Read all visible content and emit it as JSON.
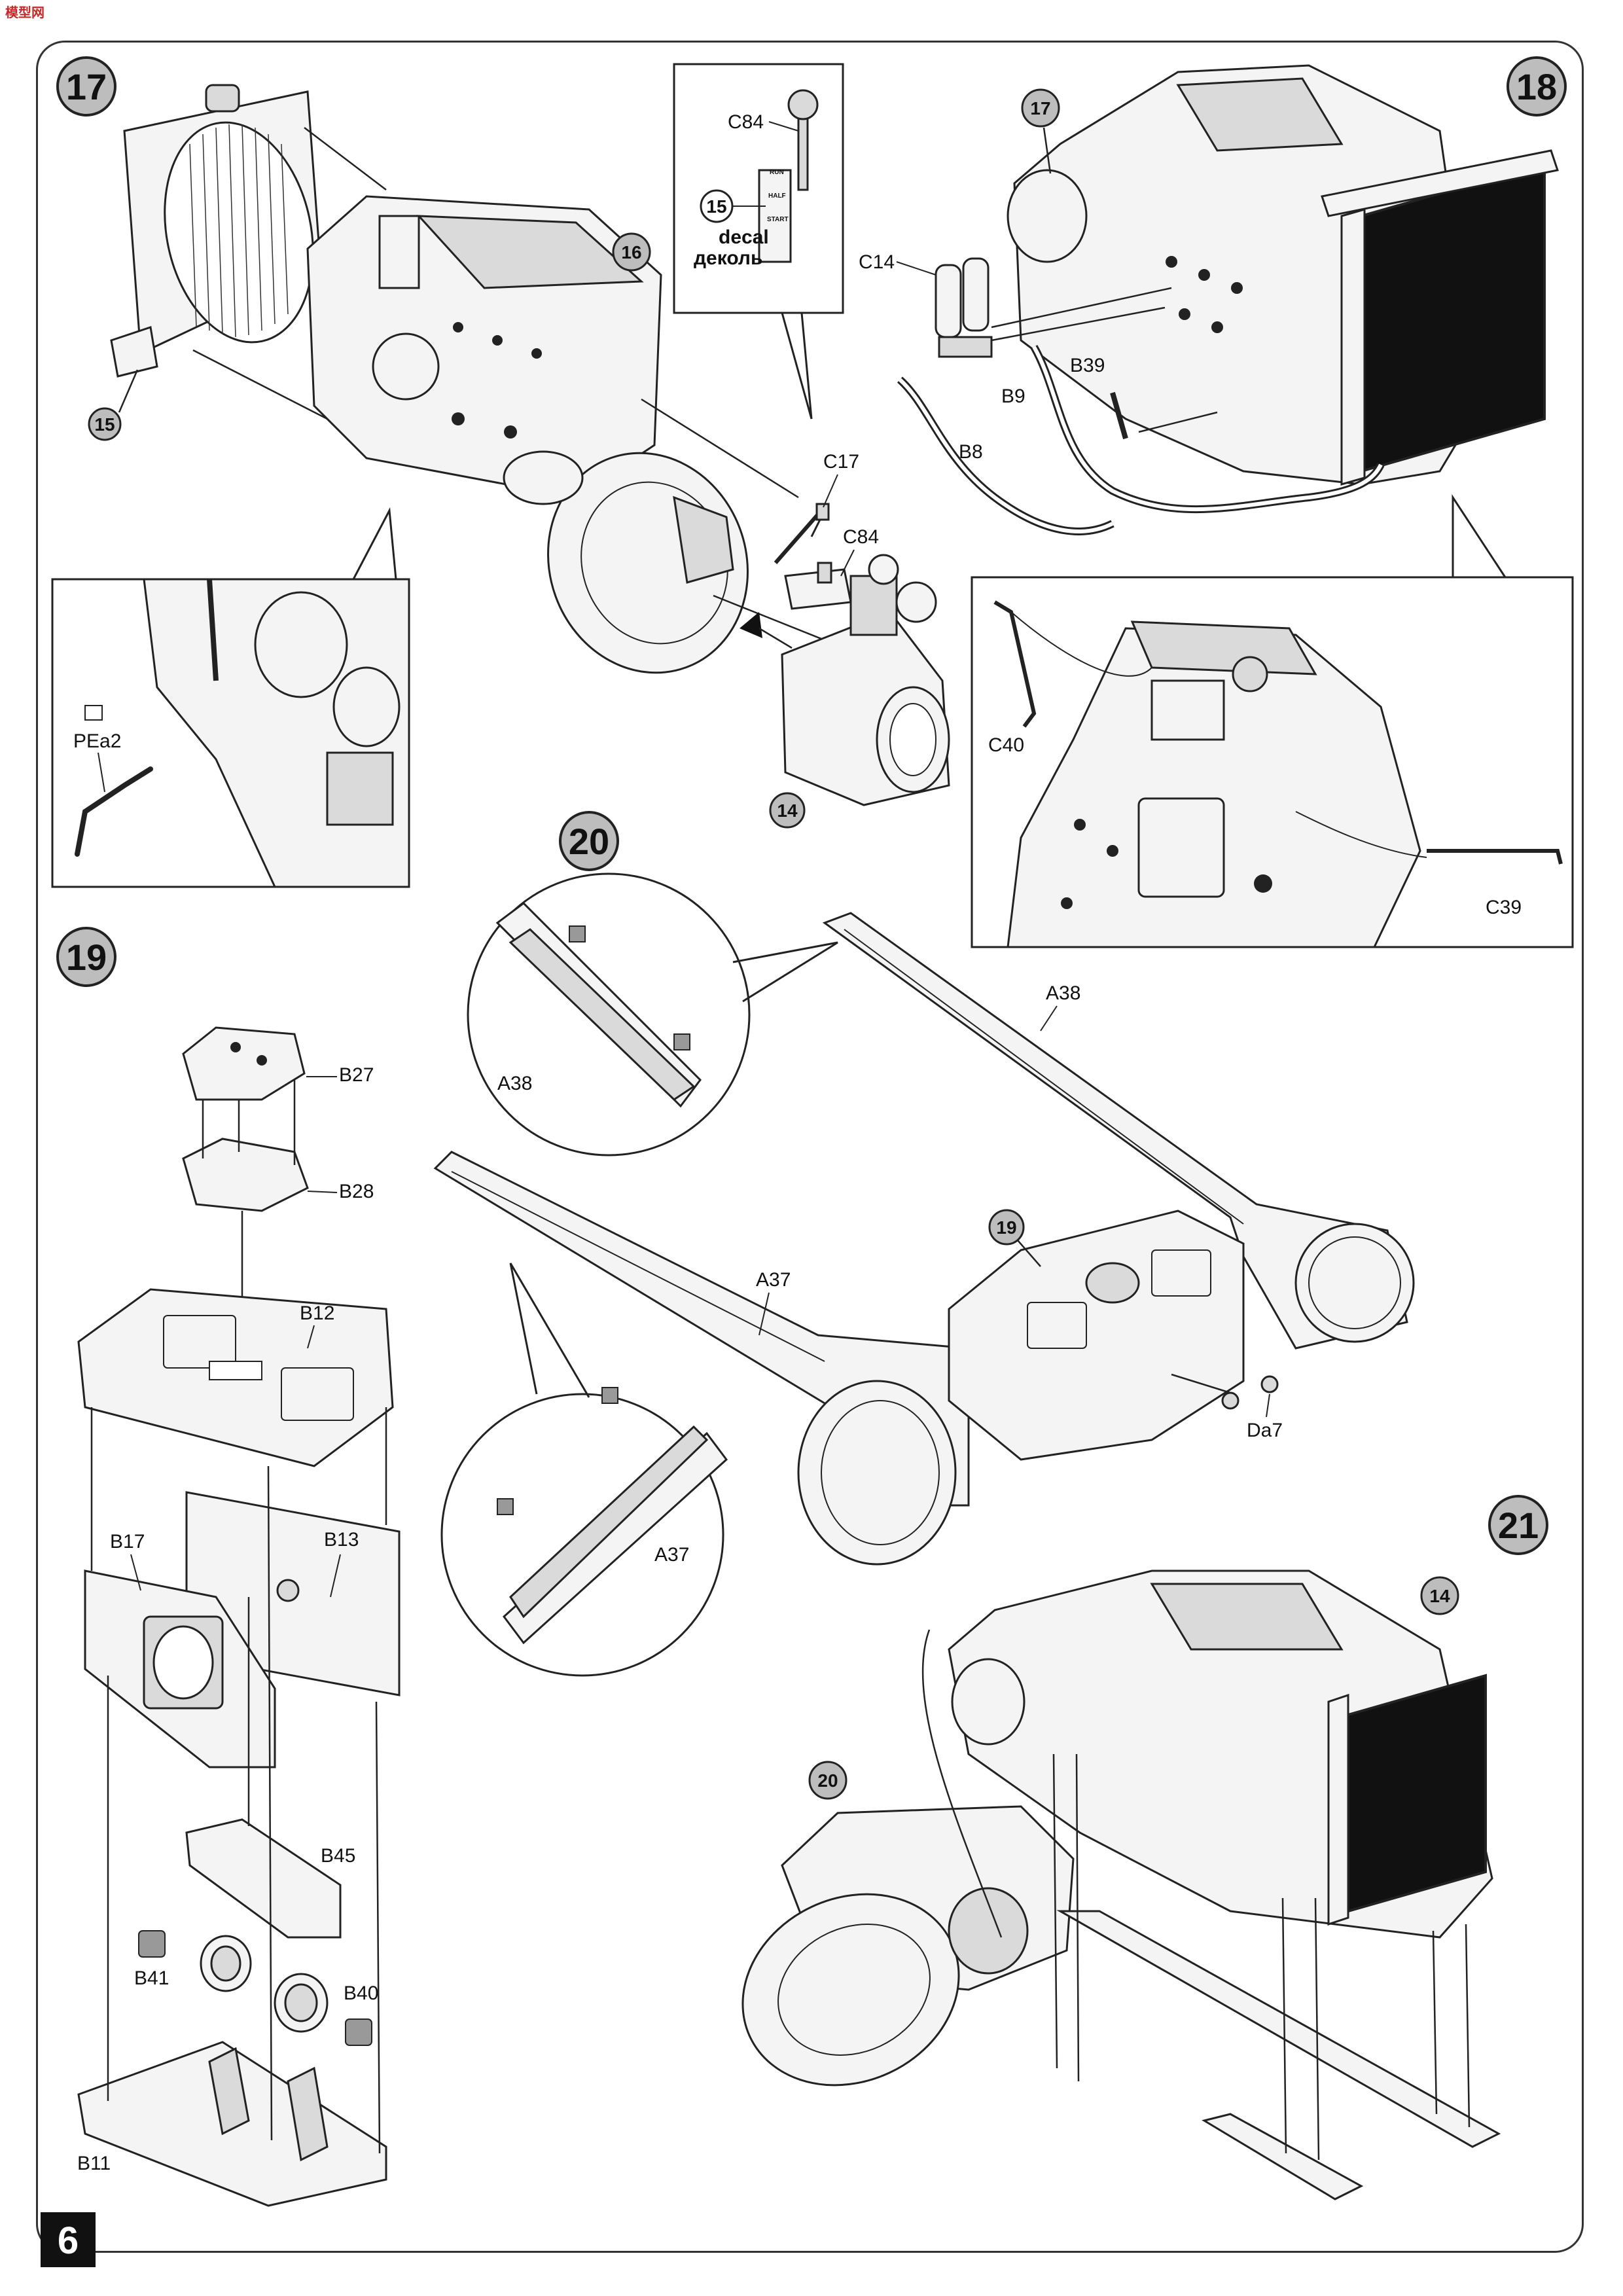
{
  "page": {
    "number": "6",
    "brand_mark": "模型网"
  },
  "steps": {
    "s17": {
      "number": "17",
      "sub": {
        "engine": "16",
        "radiator": "15",
        "gearbox": "14",
        "decal_ref": "15"
      },
      "labels": {
        "c84_top": "C84",
        "c17": "C17",
        "c84": "C84",
        "pea2": "PEa2"
      },
      "decal_text": "decal",
      "decal_text_ru": "деколь",
      "lever_marks": [
        "RUN",
        "HALF",
        "START"
      ]
    },
    "s18": {
      "number": "18",
      "sub": {
        "engine": "17"
      },
      "labels": {
        "c14": "C14",
        "b39": "B39",
        "b9": "B9",
        "b8": "B8",
        "c40": "C40",
        "c39": "C39"
      }
    },
    "s19": {
      "number": "19",
      "labels": {
        "b27": "B27",
        "b28": "B28",
        "b12": "B12",
        "b17": "B17",
        "b13": "B13",
        "b45": "B45",
        "b41": "B41",
        "b40": "B40",
        "b11": "B11"
      }
    },
    "s20": {
      "number": "20",
      "sub": {
        "assembly": "19"
      },
      "labels": {
        "a38": "A38",
        "a38_detail": "A38",
        "a37": "A37",
        "a37_detail": "A37",
        "da7": "Da7"
      }
    },
    "s21": {
      "number": "21",
      "sub": {
        "engine": "14",
        "frame": "20"
      }
    }
  }
}
